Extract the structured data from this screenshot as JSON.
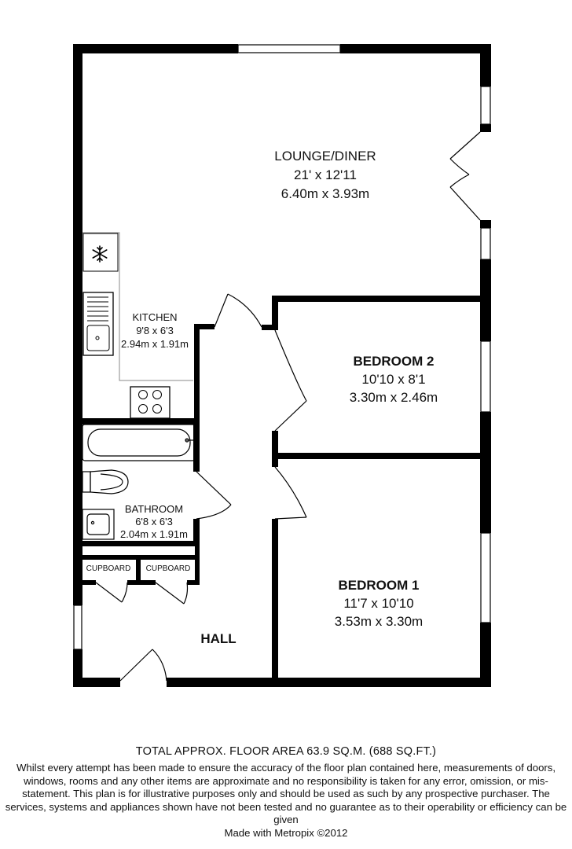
{
  "rooms": {
    "lounge": {
      "name": "LOUNGE/DINER",
      "imperial": "21' x 12'11",
      "metric": "6.40m x 3.93m"
    },
    "kitchen": {
      "name": "KITCHEN",
      "imperial": "9'8 x 6'3",
      "metric": "2.94m x 1.91m"
    },
    "bedroom2": {
      "name": "BEDROOM 2",
      "imperial": "10'10 x 8'1",
      "metric": "3.30m x 2.46m"
    },
    "bathroom": {
      "name": "BATHROOM",
      "imperial": "6'8 x 6'3",
      "metric": "2.04m x 1.91m"
    },
    "bedroom1": {
      "name": "BEDROOM 1",
      "imperial": "11'7 x 10'10",
      "metric": "3.53m x 3.30m"
    },
    "cupboard1": {
      "name": "CUPBOARD"
    },
    "cupboard2": {
      "name": "CUPBOARD"
    },
    "hall": {
      "name": "HALL"
    }
  },
  "footer": {
    "area": "TOTAL APPROX. FLOOR AREA 63.9 SQ.M. (688 SQ.FT.)",
    "disclaimer": "Whilst every attempt has been made to ensure the accuracy of the floor plan contained here, measurements of doors, windows, rooms and any other items are approximate and no responsibility is taken for any error, omission, or mis-statement. This plan is for illustrative purposes only and should be used as such by any prospective purchaser. The services, systems and appliances shown have not been tested and no guarantee as to their operability or efficiency can be given",
    "credit": "Made with Metropix ©2012"
  },
  "icons": {
    "freezer": "snowflake-icon"
  }
}
